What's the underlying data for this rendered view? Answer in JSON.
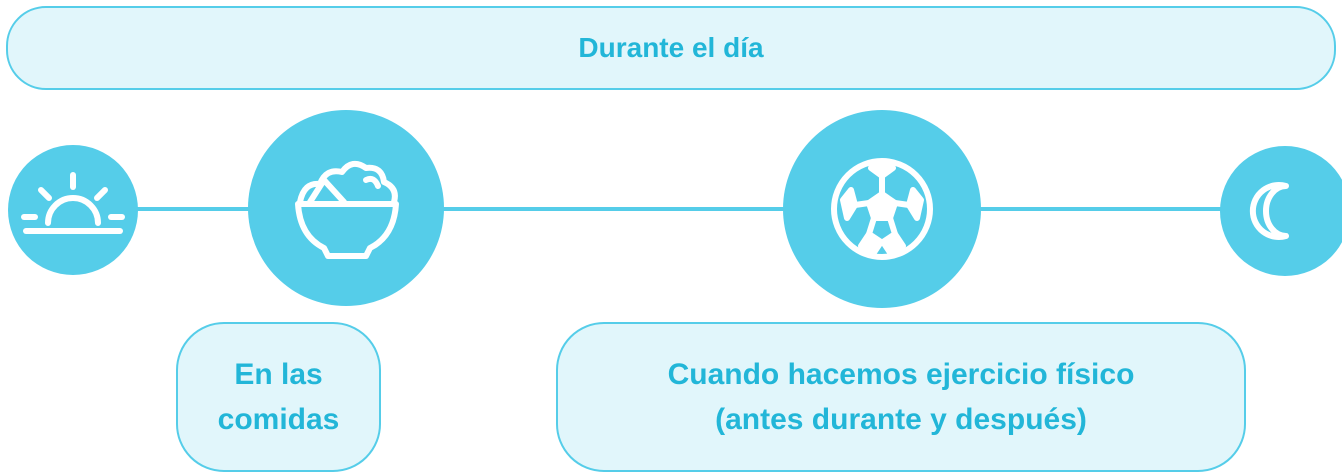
{
  "header": {
    "title": "Durante el día"
  },
  "timeline": {
    "icons": [
      "sunrise-icon",
      "food-bowl-icon",
      "soccer-ball-icon",
      "moon-icon"
    ],
    "line_color": "#55cde9"
  },
  "labels": {
    "meals": {
      "line1": "En las",
      "line2": "comidas"
    },
    "exercise": {
      "line1": "Cuando hacemos ejercicio físico",
      "line2": "(antes durante y después)"
    }
  },
  "colors": {
    "accent": "#55cde9",
    "pill_fill": "#e1f6fb",
    "text": "#22b6d8",
    "icon_stroke": "#ffffff"
  }
}
